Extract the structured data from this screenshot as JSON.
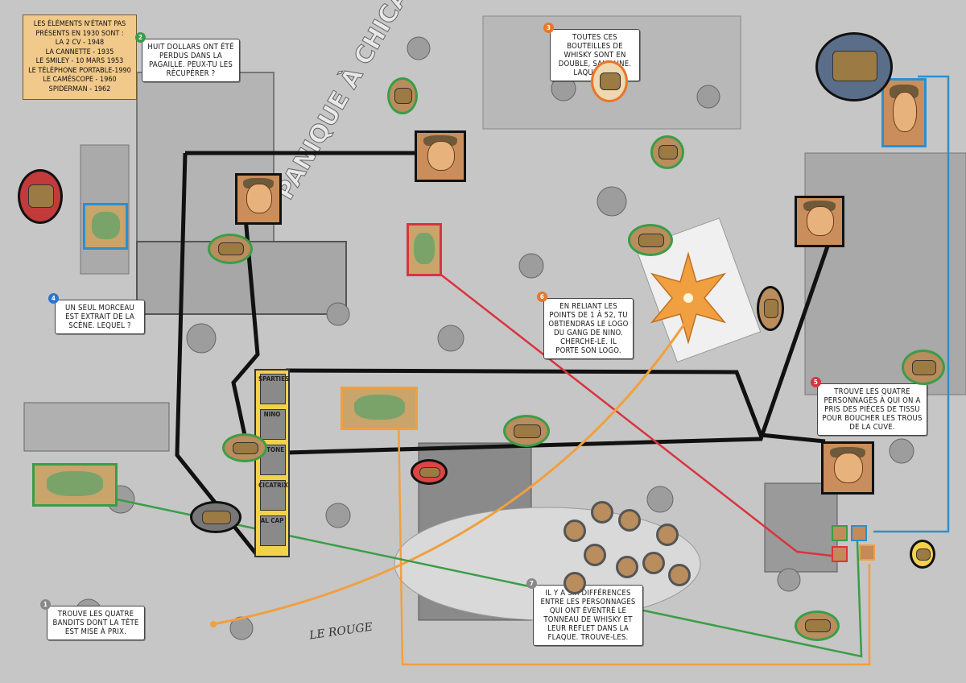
{
  "image": {
    "width": 1200,
    "height": 848
  },
  "poster_title": "PANIQUE À CHICAGO",
  "artist_signature": "LE ROUGE",
  "sign_names": [
    "SPARTIES",
    "NINO",
    "VITONE",
    "CICATRIX",
    "AL CAP"
  ],
  "anachronism_box": {
    "bullet_color": "#e8762d",
    "lines": [
      "LES ÉLÉMENTS N'ÉTANT PAS",
      "PRÉSENTS EN 1930 SONT :",
      "LA 2 CV - 1948",
      "LA CANNETTE - 1935",
      "LE SMILEY - 10 MARS 1953",
      "LE TÉLÉPHONE PORTABLE-1990",
      "LE CAMÉSCOPE - 1960",
      "SPIDERMAN - 1962"
    ]
  },
  "hints": [
    {
      "id": "dollars",
      "number": "2",
      "color": "#3a9d48",
      "text": "HUIT DOLLARS ONT ÉTÉ PERDUS DANS LA PAGAILLE. PEUX-TU LES RÉCUPÉRER ?"
    },
    {
      "id": "whisky",
      "number": "3",
      "color": "#e8762d",
      "text": "TOUTES CES BOUTEILLES DE WHISKY SONT EN DOUBLE, SAUF UNE. LAQUELLE ?"
    },
    {
      "id": "morceau",
      "number": "4",
      "color": "#2b76c9",
      "text": "UN SEUL MORCEAU EST EXTRAIT DE LA SCÈNE. LEQUEL ?"
    },
    {
      "id": "points",
      "number": "6",
      "color": "#e8762d",
      "text": "EN RELIANT LES POINTS DE 1 À 52, TU OBTIENDRAS LE LOGO DU GANG DE NINO. CHERCHE-LE. IL PORTE SON LOGO."
    },
    {
      "id": "tissu",
      "number": "5",
      "color": "#d8343f",
      "text": "TROUVE LES QUATRE PERSONNAGES À QUI ON A PRIS DES PIÈCES DE TISSU POUR BOUCHER LES TROUS DE LA CUVE."
    },
    {
      "id": "bandits",
      "number": "1",
      "color": "#888888",
      "text": "TROUVE LES QUATRE BANDITS DONT LA TÊTE EST MISE À PRIX."
    },
    {
      "id": "differences",
      "number": "7",
      "color": "#888888",
      "text": "IL Y A SIX DIFFÉRENCES ENTRE LES PERSONNAGES QUI ONT ÉVENTRÉ LE TONNEAU DE WHISKY ET LEUR REFLET DANS LA FLAQUE. TROUVE-LES."
    }
  ],
  "line_colors": {
    "black": "#111111",
    "red": "#d8343f",
    "orange": "#f0a040",
    "green": "#3a9d48",
    "blue": "#2b8fd0",
    "sign_yellow": "#f3d14a",
    "box_tan": "#f1c98a"
  }
}
